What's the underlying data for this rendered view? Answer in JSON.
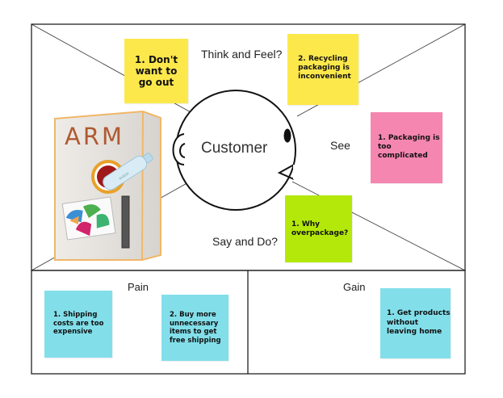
{
  "quadrants": {
    "think_feel": "Think and Feel?",
    "see": "See",
    "say_do": "Say and Do?",
    "center": "Customer"
  },
  "sections": {
    "pain": "Pain",
    "gain": "Gain"
  },
  "machine": {
    "brand": "ARM"
  },
  "notes": {
    "dont_go_out": "1. Don't\nwant to\ngo out",
    "recycling": "2. Recycling\npackaging is\ninconvenient",
    "packaging": "1. Packaging is\ntoo\ncomplicated",
    "why_overpackage": "1. Why\noverpackage?",
    "shipping_costs": "1. Shipping\ncosts are too\nexpensive",
    "buy_more": "2. Buy more\nunnecessary\nitems to get\nfree shipping",
    "get_products": "1. Get products\nwithout\nleaving home"
  },
  "colors": {
    "yellow": "#fde84c",
    "pink": "#f586b0",
    "green": "#b4e80a",
    "cyan": "#82dfea"
  }
}
